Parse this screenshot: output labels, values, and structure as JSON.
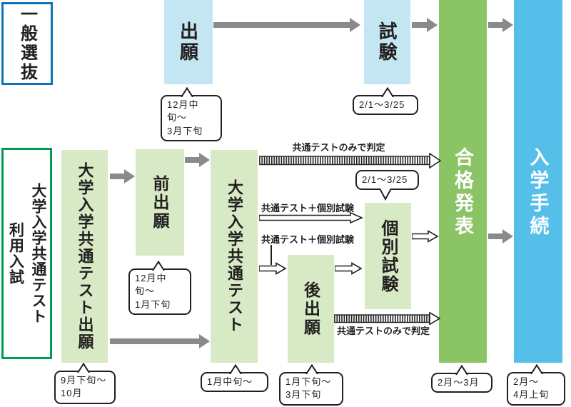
{
  "colors": {
    "light_blue_box": "#c4e6f3",
    "light_green_box": "#d8e9c5",
    "result_column_green": "#8ac464",
    "enrollment_column_blue": "#55bee9",
    "arrow_gray": "#8a8a8a",
    "general_track_border": "#1273b6",
    "kyotsu_track_border": "#009b55",
    "text": "#221f1f"
  },
  "general_track": {
    "label": "一般選抜",
    "application": {
      "title": "出願",
      "dates": "12月中旬〜\n3月下旬"
    },
    "exam": {
      "title": "試験",
      "dates": "2/1〜3/25"
    }
  },
  "kyotsu_track": {
    "label": "大学入学共通テスト\n利用入試",
    "test_application": {
      "title": "大学入学共通テスト出願",
      "dates": "9月下旬〜\n10月"
    },
    "pre_application": {
      "title": "前出願",
      "dates": "12月中旬〜\n1月下旬"
    },
    "common_test": {
      "title": "大学入学共通テスト",
      "dates": "1月中旬〜"
    },
    "post_application": {
      "title": "後出願",
      "dates": "1月下旬〜\n3月下旬"
    },
    "individual_exam": {
      "title": "個別試験",
      "dates": "2/1〜3/25"
    },
    "route_labels": {
      "common_only_top": "共通テストのみで判定",
      "common_plus_individual_upper": "共通テスト＋個別試験",
      "common_plus_individual_lower": "共通テスト＋個別試験",
      "common_only_bottom": "共通テストのみで判定"
    }
  },
  "result": {
    "title": "合格発表",
    "dates": "2月〜3月"
  },
  "enrollment": {
    "title": "入学手続",
    "dates": "2月〜\n4月上旬"
  }
}
